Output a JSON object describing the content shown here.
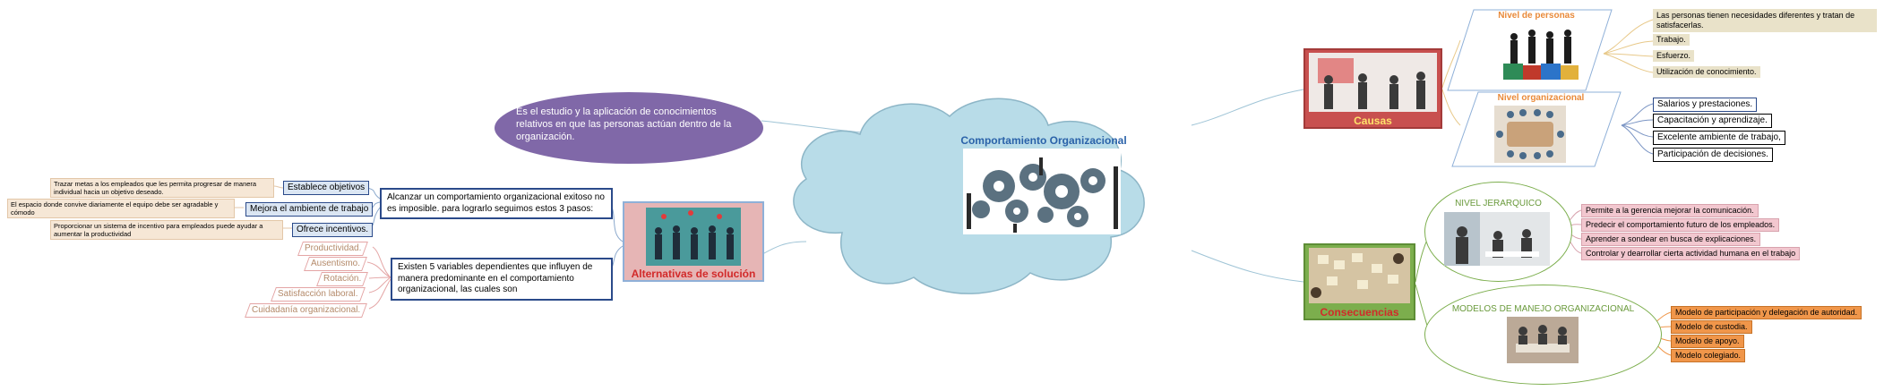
{
  "colors": {
    "cloud": "#b8dce8",
    "cloud_stroke": "#8db6c7",
    "purple": "#8068a8",
    "causas": "#c8504f",
    "consecuencias": "#7cae4d",
    "alternativas": "#e6b5b5",
    "orange_label": "#e98a3a",
    "green_text": "#6a9a3c",
    "blue_border": "#2b4a8a",
    "pink_fill": "#f2c7cf",
    "orange_fill": "#f0964a",
    "tan_fill": "#e9e2c9",
    "red_text": "#d22a2a"
  },
  "central": {
    "title": "Comportamiento Organizacional",
    "image": "gears-teamwork-photo"
  },
  "definition": {
    "text": "Es el estudio y la aplicación de conocimientos relativos en que las personas actúan dentro de la organización."
  },
  "causas": {
    "label": "Causas",
    "nivel_personas": {
      "label": "Nivel de personas",
      "items": [
        "Las personas tienen necesidades diferentes y tratan de satisfacerlas.",
        "Trabajo.",
        "Esfuerzo.",
        "Utilización de conocimiento."
      ]
    },
    "nivel_organizacional": {
      "label": "Nivel organizacional",
      "items": [
        "Salarios y prestaciones.",
        "Capacitación y aprendizaje.",
        "Excelente ambiente de trabajo,",
        "Participación de decisiones."
      ]
    }
  },
  "consecuencias": {
    "label": "Consecuencias",
    "nivel_jerarquico": {
      "label": "NIVEL JERARQUICO",
      "items": [
        "Permite a la gerencia mejorar la comunicación.",
        "Predecir el comportamiento futuro de los empleados.",
        "Aprender a sondear en busca de explicaciones.",
        "Controlar y dearrollar cierta actividad humana en el trabajo"
      ]
    },
    "modelos": {
      "label": "MODELOS DE MANEJO ORGANIZACIONAL",
      "items": [
        "Modelo de participación y delegación de autoridad.",
        "Modelo de custodia.",
        "Modelo de apoyo.",
        "Modelo colegiado."
      ]
    }
  },
  "alternativas": {
    "label": "Alternativas de solución",
    "pasos": {
      "text": "Alcanzar un comportamiento organizacional exitoso no es imposible. para lograrlo seguimos estos 3 pasos:",
      "items": [
        {
          "label": "Establece objetivos",
          "note": "Trazar metas a los empleados que les permita progresar de manera individual hacia un objetivo deseado."
        },
        {
          "label": "Mejora el ambiente de trabajo",
          "note": "El espacio donde convive diariamente el equipo debe ser agradable y cómodo"
        },
        {
          "label": "Ofrece incentivos.",
          "note": "Proporcionar un sistema de incentivo para empleados puede ayudar a aumentar la productividad"
        }
      ]
    },
    "variables": {
      "text": "Existen 5 variables dependientes que influyen de manera predominante en el comportamiento organizacional, las cuales son",
      "items": [
        "Productividad.",
        "Ausentismo.",
        "Rotación.",
        "Satisfacción laboral.",
        "Cuidadanía organizacional."
      ]
    }
  }
}
